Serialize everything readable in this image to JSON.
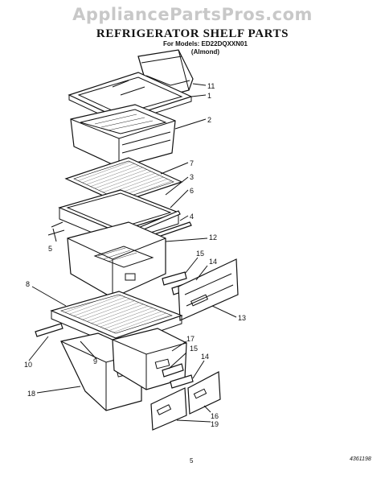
{
  "watermark": "AppliancePartsPros.com",
  "title": "REFRIGERATOR SHELF PARTS",
  "models_line": "For Models: ED22DQXXN01",
  "color_line": "(Almond)",
  "page_number": "5",
  "doc_number": "4361198",
  "callouts": [
    "11",
    "1",
    "2",
    "7",
    "3",
    "6",
    "4",
    "12",
    "5",
    "15",
    "14",
    "8",
    "13",
    "17",
    "15",
    "14",
    "10",
    "9",
    "18",
    "16",
    "19"
  ]
}
